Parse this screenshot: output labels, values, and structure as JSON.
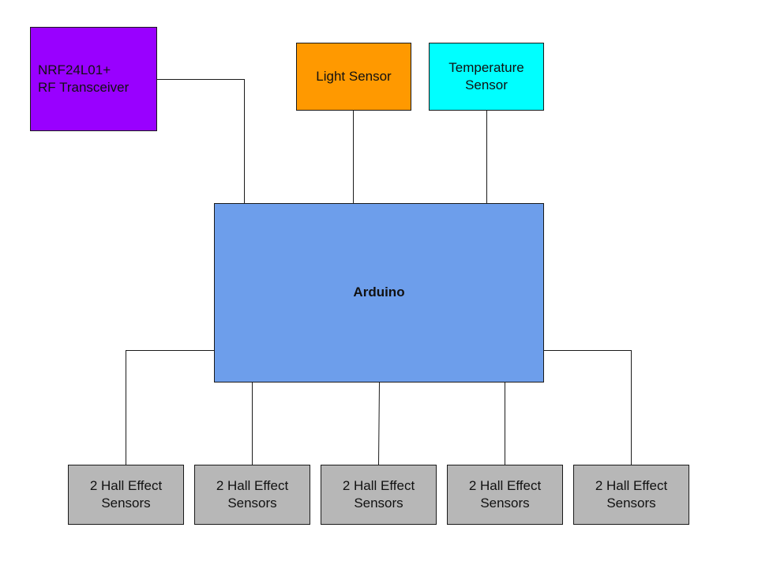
{
  "nodes": {
    "rf_transceiver": {
      "label": "NRF24L01+\nRF Transceiver",
      "color": "#9900FF"
    },
    "light_sensor": {
      "label": "Light Sensor",
      "color": "#FF9900"
    },
    "temperature_sensor": {
      "label": "Temperature\nSensor",
      "color": "#00FFFF"
    },
    "arduino": {
      "label": "Arduino",
      "color": "#6D9EEB"
    },
    "hall_sensors": [
      {
        "label": "2 Hall Effect\nSensors",
        "color": "#B7B7B7"
      },
      {
        "label": "2 Hall Effect\nSensors",
        "color": "#B7B7B7"
      },
      {
        "label": "2 Hall Effect\nSensors",
        "color": "#B7B7B7"
      },
      {
        "label": "2 Hall Effect\nSensors",
        "color": "#B7B7B7"
      },
      {
        "label": "2 Hall Effect\nSensors",
        "color": "#B7B7B7"
      }
    ]
  },
  "connections": [
    [
      "rf_transceiver",
      "arduino"
    ],
    [
      "light_sensor",
      "arduino"
    ],
    [
      "temperature_sensor",
      "arduino"
    ],
    [
      "arduino",
      "hall_sensors.0"
    ],
    [
      "arduino",
      "hall_sensors.1"
    ],
    [
      "arduino",
      "hall_sensors.2"
    ],
    [
      "arduino",
      "hall_sensors.3"
    ],
    [
      "arduino",
      "hall_sensors.4"
    ]
  ]
}
